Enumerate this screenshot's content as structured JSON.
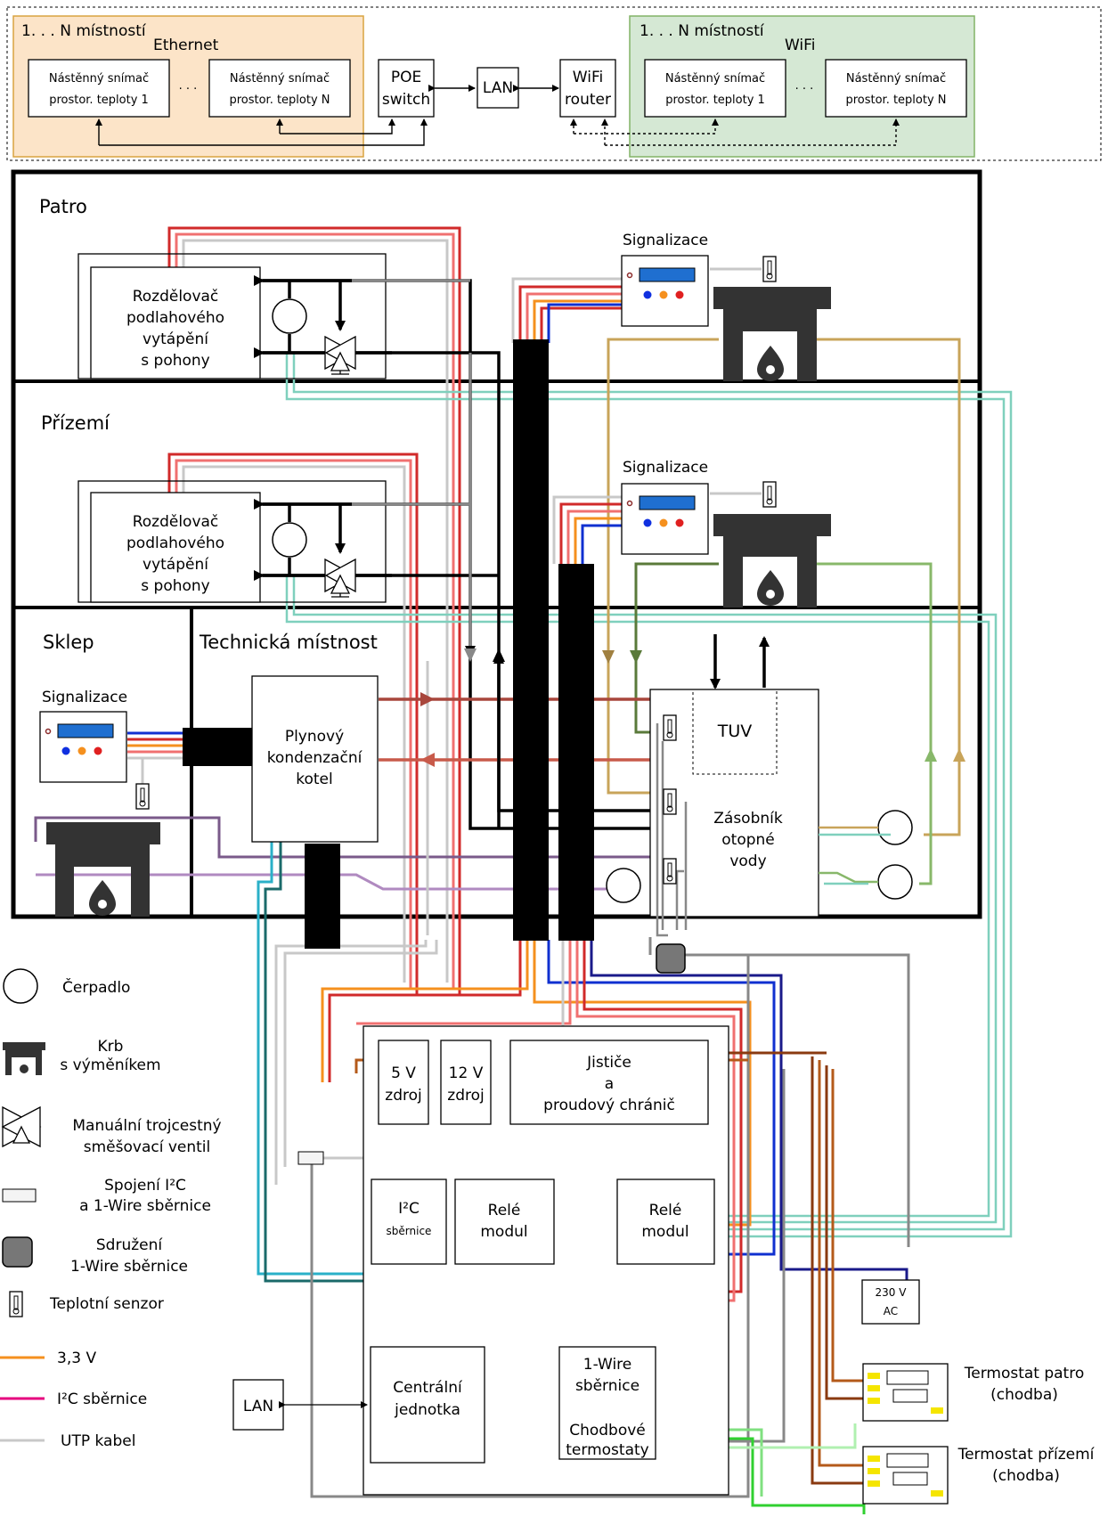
{
  "network": {
    "ethernet_title": "1. . . N místností",
    "ethernet_sub": "Ethernet",
    "wifi_title": "1. . . N místností",
    "wifi_sub": "WiFi",
    "sensor_line1": "Nástěnný snímač",
    "sensor_line2_1": "prostor. teploty 1",
    "sensor_line2_n": "prostor. teploty N",
    "dots": ". . .",
    "poe_1": "POE",
    "poe_2": "switch",
    "lan": "LAN",
    "wifi_1": "WiFi",
    "wifi_2": "router"
  },
  "floors": {
    "patro": "Patro",
    "prizemi": "Přízemí",
    "sklep": "Sklep",
    "technicka": "Technická místnost"
  },
  "devices": {
    "signalizace": "Signalizace",
    "rozdelovac": [
      "Rozdělovač",
      "podlahového",
      "vytápění",
      "s pohony"
    ],
    "kotel": [
      "Plynový",
      "kondenzační",
      "kotel"
    ],
    "tuv": "TUV",
    "zasobnik": [
      "Zásobník",
      "otopné",
      "vody"
    ]
  },
  "control": {
    "zdroj5": [
      "5 V",
      "zdroj"
    ],
    "zdroj12": [
      "12 V",
      "zdroj"
    ],
    "jistice": [
      "Jističe",
      "a",
      "proudový chránič"
    ],
    "i2c": [
      "I²C",
      "sběrnice"
    ],
    "rele": [
      "Relé",
      "modul"
    ],
    "centralni": [
      "Centrální",
      "jednotka"
    ],
    "onewire": [
      "1-Wire",
      "sběrnice"
    ],
    "chodbove": [
      "Chodbové",
      "termostaty"
    ],
    "ac": [
      "230 V",
      "AC"
    ],
    "lan": "LAN",
    "termostat_patro": [
      "Termostat patro",
      "(chodba)"
    ],
    "termostat_prizemi": [
      "Termostat přízemí",
      "(chodba)"
    ]
  },
  "legend": {
    "cerpadlo": "Čerpadlo",
    "krb": [
      "Krb",
      "s výměníkem"
    ],
    "ventil": [
      "Manuální trojcestný",
      "směšovací ventil"
    ],
    "spojeni": [
      "Spojení I²C",
      "a 1-Wire sběrnice"
    ],
    "sdruzeni": [
      "Sdružení",
      "1-Wire sběrnice"
    ],
    "senzor": "Teplotní senzor",
    "v33": "3,3 V",
    "i2c": "I²C sběrnice",
    "utp": "UTP kabel"
  },
  "colors": {
    "ethernet_bg": "#fce4c8",
    "ethernet_border": "#d9a441",
    "wifi_bg": "#d5e8d4",
    "wifi_border": "#82b366",
    "orange_33v": "#f5901e",
    "magenta_i2c": "#e6007e",
    "utp_gray": "#c8c8c8"
  }
}
